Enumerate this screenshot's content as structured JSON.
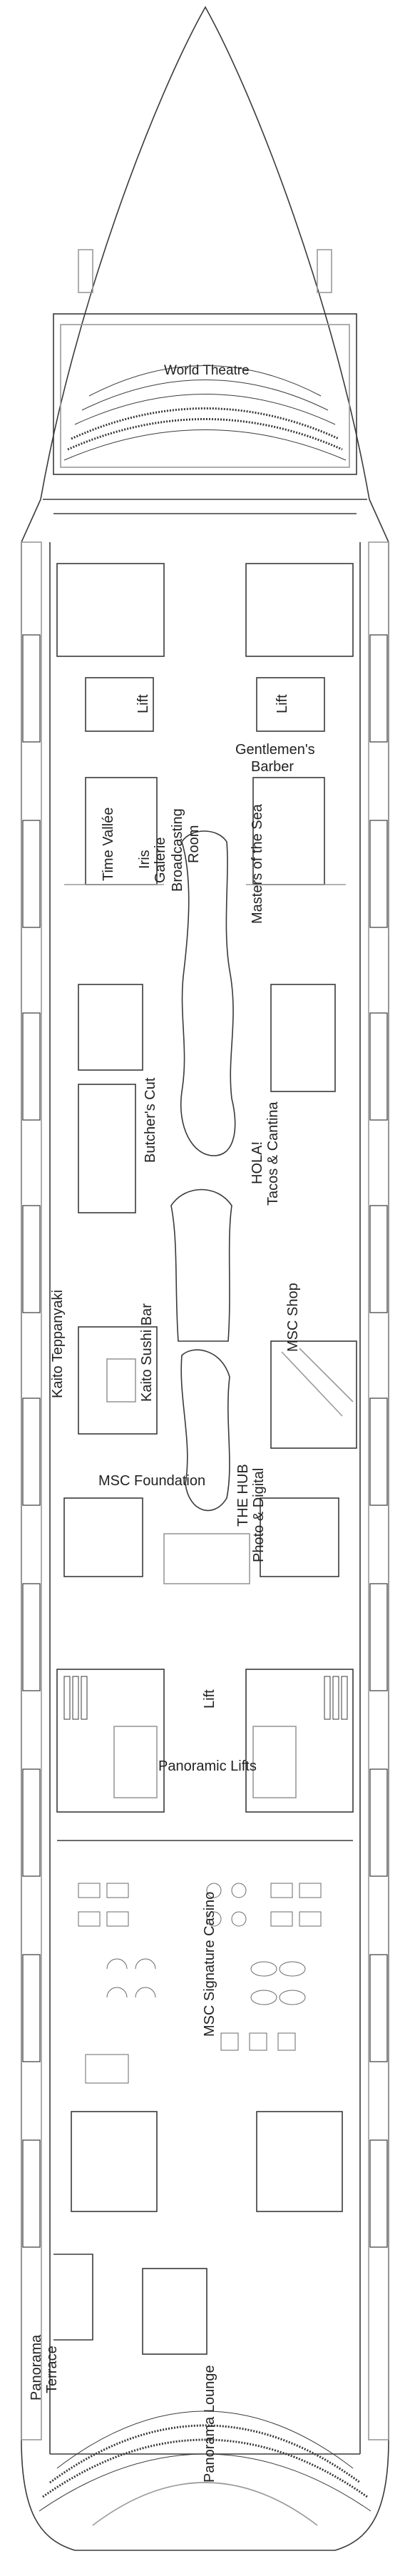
{
  "deck_plan": {
    "labels": {
      "world_theatre": "World Theatre",
      "lift_1": "Lift",
      "lift_2": "Lift",
      "gentlemens_barber_1": "Gentlemen's",
      "gentlemens_barber_2": "Barber",
      "time_vallee": "Time Vallée",
      "iris_galerie_1": "Iris",
      "iris_galerie_2": "Galerie",
      "broadcasting_room_1": "Broadcasting",
      "broadcasting_room_2": "Room",
      "masters_of_the_sea": "Masters of the Sea",
      "hola_1": "HOLA!",
      "hola_2": "Tacos & Cantina",
      "butchers_cut": "Butcher's Cut",
      "kaito_teppanyaki": "Kaito Teppanyaki",
      "kaito_sushi_bar": "Kaito Sushi Bar",
      "msc_shop": "MSC Shop",
      "the_hub_1": "THE HUB",
      "the_hub_2": "Photo & Digital",
      "msc_foundation": "MSC Foundation",
      "lift_3": "Lift",
      "panoramic_lifts": "Panoramic Lifts",
      "msc_signature_casino": "MSC Signature Casino",
      "panorama_terrace_1": "Panorama",
      "panorama_terrace_2": "Terrace",
      "panorama_lounge": "Panorama Lounge"
    },
    "colors": {
      "line": "#3a3a3a",
      "light_line": "#9a9a9a",
      "background": "#ffffff"
    }
  }
}
